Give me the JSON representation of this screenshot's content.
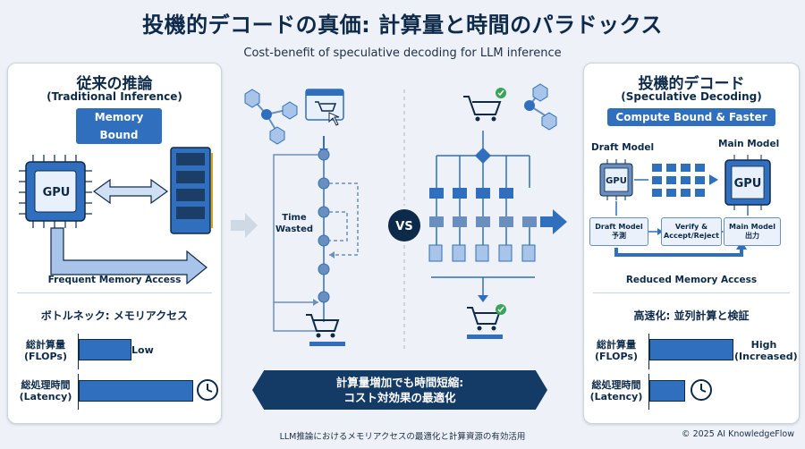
{
  "header": {
    "title": "投機的デコードの真価: 計算量と時間のパラドックス",
    "subtitle": "Cost-benefit of speculative decoding for LLM inference"
  },
  "left_panel": {
    "title_jp": "従来の推論",
    "title_en": "(Traditional Inference)",
    "badge": "Memory Bound",
    "gpu_label": "GPU",
    "access_label": "Frequent Memory Access",
    "bottleneck": "ボトルネック: メモリアクセス",
    "metrics": [
      {
        "label_jp": "総計算量",
        "label_en": "(FLOPs)",
        "value": "Low",
        "level": 0.45
      },
      {
        "label_jp": "総処理時間",
        "label_en": "(Latency)",
        "value": "",
        "level": 1.0
      }
    ]
  },
  "center": {
    "time_wasted": "Time\nWasted",
    "vs": "VS",
    "banner_line1": "計算量増加でも時間短縮:",
    "banner_line2": "コスト対効果の最適化"
  },
  "right_panel": {
    "title_jp": "投機的デコード",
    "title_en": "(Speculative Decoding)",
    "badge": "Compute Bound & Faster",
    "draft_model": "Draft Model",
    "main_model": "Main Model",
    "gpu_label": "GPU",
    "steps": [
      "Draft Model\n予測",
      "Verify &\nAccept/Reject",
      "Main Model\n出力"
    ],
    "reduced": "Reduced Memory Access",
    "speedup": "高速化: 並列計算と検証",
    "metrics": [
      {
        "label_jp": "総計算量",
        "label_en": "(FLOPs)",
        "value": "High\n(Increased)",
        "level": 1.0
      },
      {
        "label_jp": "総処理時間",
        "label_en": "(Latency)",
        "value": "",
        "level": 0.3
      }
    ]
  },
  "footer": {
    "center": "LLM推論におけるメモリアクセスの最適化と計算資源の有効活用",
    "right": "© 2025 AI KnowledgeFlow"
  },
  "colors": {
    "accent": "#2f6fbd",
    "dark": "#0d2a4a",
    "panel": "#ffffff",
    "background": "#eef2f8"
  }
}
